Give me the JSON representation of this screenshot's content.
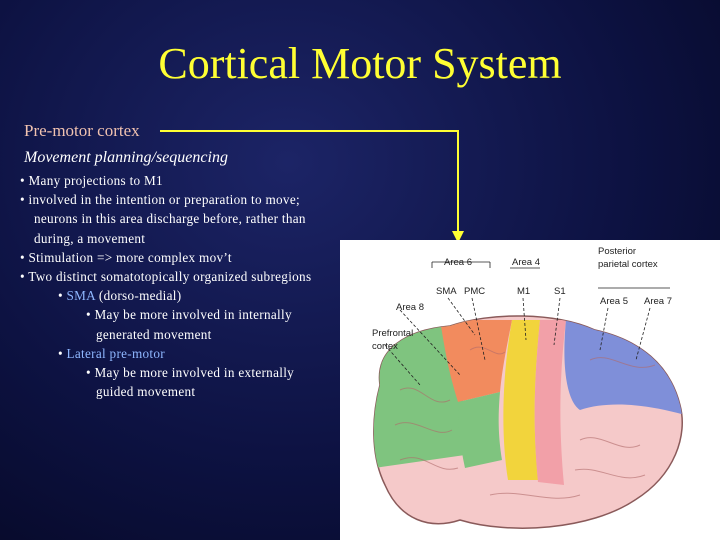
{
  "slide": {
    "title": "Cortical Motor System",
    "heading": "Pre-motor cortex",
    "subheading": "Movement planning/sequencing",
    "bullets": [
      "• Many projections to M1",
      "• involved in the intention or preparation to move; neurons in this area discharge before, rather than during, a movement",
      "• Stimulation => more complex mov’t",
      "• Two distinct somatotopically organized subregions"
    ],
    "sma": {
      "bullet": "• ",
      "name": "SMA",
      "detail": " (dorso-medial)",
      "sub": "• May be more involved in internally generated movement"
    },
    "lateral": {
      "bullet": "• ",
      "name": "Lateral pre-motor",
      "sub": "• May be more involved in externally guided movement"
    }
  },
  "figure": {
    "labels": {
      "area6": "Area 6",
      "area4": "Area 4",
      "posterior1": "Posterior",
      "posterior2": "parietal cortex",
      "sma": "SMA",
      "pmc": "PMC",
      "m1": "M1",
      "s1": "S1",
      "area5": "Area 5",
      "area7": "Area 7",
      "area8": "Area 8",
      "prefrontal1": "Prefrontal",
      "prefrontal2": "cortex"
    }
  },
  "colors": {
    "title": "#ffff33",
    "heading": "#f0c2b0",
    "accent": "#8fb7ff",
    "connector": "#ffff33",
    "background": "#0d1242",
    "prefrontal": "#7fc47f",
    "premotor": "#f28b5e",
    "motor": "#f2d43c",
    "somatosensory": "#f2a0a8",
    "parietal": "#7f8fd9",
    "cortex": "#f5c9c9"
  }
}
